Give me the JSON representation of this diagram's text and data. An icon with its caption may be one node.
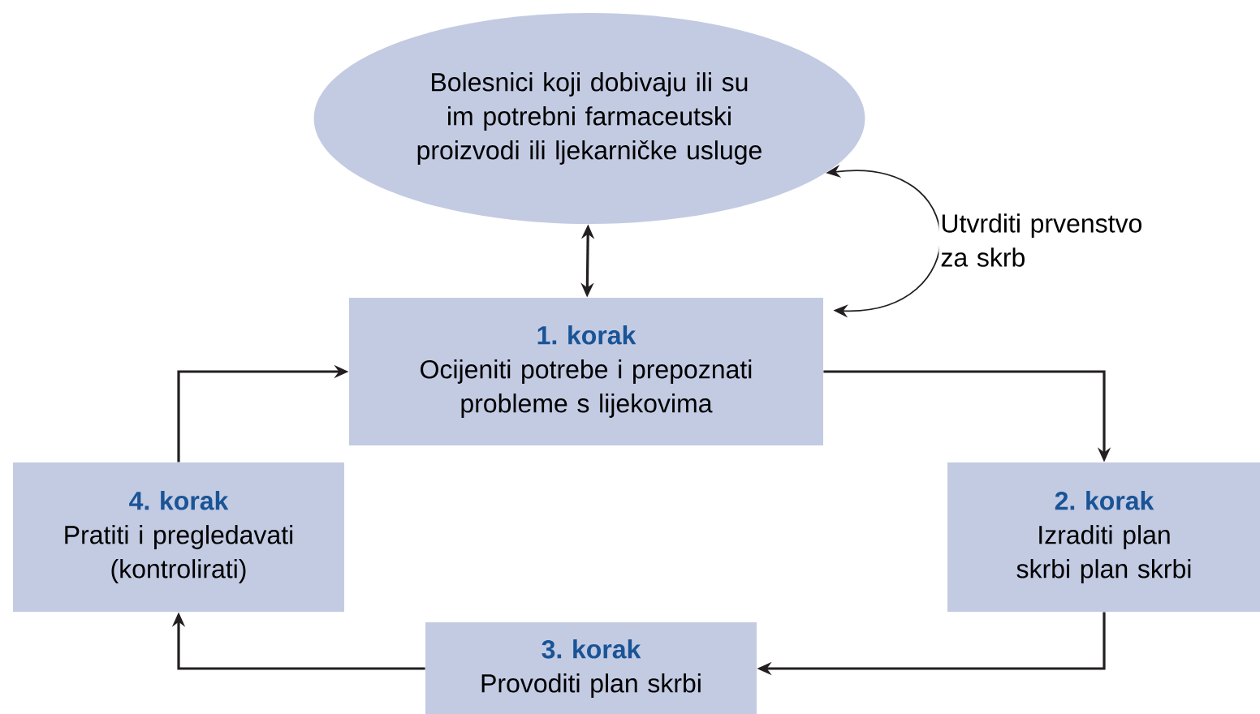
{
  "diagram": {
    "nodes": [
      {
        "text": [
          "Bolesnici koji dobivaju ili su im potrebni farmaceutski proizvodi ili ljekarničke usluge"
        ]
      },
      {
        "text": [
          "1. korak",
          "Ocijeniti potrebe i prepoznati probleme s lijekovima"
        ]
      },
      {
        "text": [
          "2. korak",
          "Izraditi plan skrbi plan skrbi"
        ]
      },
      {
        "text": [
          "3. korak",
          "Provoditi plan skrbi"
        ]
      },
      {
        "text": [
          "4. korak",
          "Pratiti i pregledavati (kontrolirati)"
        ]
      }
    ],
    "edges": [
      {
        "from": 0,
        "to": 1,
        "arrow": "both"
      },
      {
        "from": 0,
        "to": 1,
        "arrow": "both",
        "label": "Utvrditi prvenstvo za skrb"
      },
      {
        "from": 1,
        "to": 2,
        "arrow": "to"
      },
      {
        "from": 2,
        "to": 3,
        "arrow": "to"
      },
      {
        "from": 3,
        "to": 4,
        "arrow": "to"
      },
      {
        "from": 4,
        "to": 1,
        "arrow": "to"
      }
    ]
  }
}
